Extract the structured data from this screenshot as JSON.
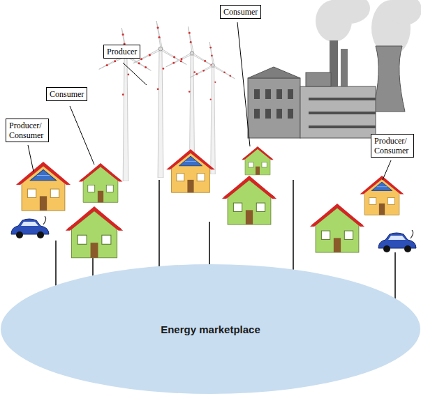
{
  "diagram": {
    "nodes": [
      {
        "text": [
          "Consumer"
        ]
      },
      {
        "text": [
          "Producer"
        ]
      },
      {
        "text": [
          "Consumer"
        ]
      },
      {
        "text": [
          "Producer/ Consumer"
        ]
      },
      {
        "text": [
          "Producer/ Consumer"
        ]
      },
      {
        "text": [
          "Energy marketplace"
        ]
      }
    ]
  }
}
